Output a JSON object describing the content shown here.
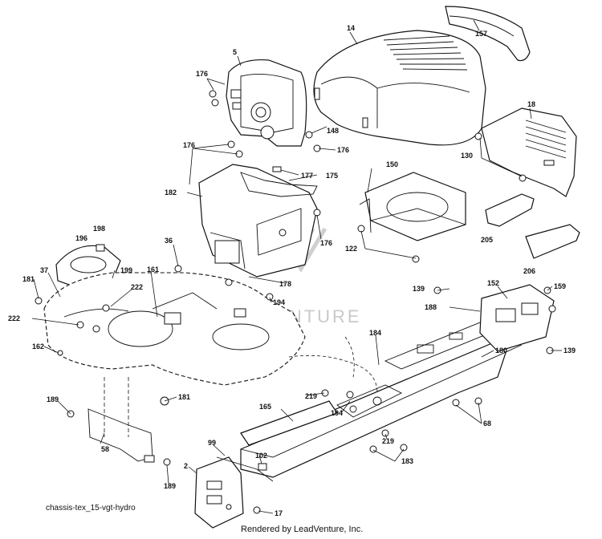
{
  "diagram": {
    "id_label": "chassis-tex_15-vgt-hydro",
    "credit": "Rendered by LeadVenture, Inc.",
    "watermark": "LEADVENTURE"
  },
  "callouts": [
    "2",
    "5",
    "14",
    "17",
    "18",
    "36",
    "37",
    "58",
    "68",
    "99",
    "102",
    "122",
    "130",
    "139",
    "139",
    "150",
    "152",
    "157",
    "159",
    "161",
    "162",
    "165",
    "175",
    "176",
    "176",
    "176",
    "176",
    "177",
    "178",
    "180",
    "181",
    "181",
    "182",
    "183",
    "184",
    "188",
    "189",
    "189",
    "194",
    "194",
    "196",
    "198",
    "199",
    "205",
    "206",
    "219",
    "219",
    "222",
    "222"
  ]
}
